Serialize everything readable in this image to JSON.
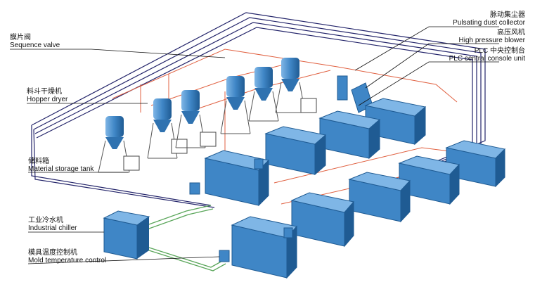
{
  "labels": {
    "sequence_valve": {
      "zh": "膜片阀",
      "en": "Sequence valve"
    },
    "hopper_dryer": {
      "zh": "料斗干燥机",
      "en": "Hopper dryer"
    },
    "material_storage_tank": {
      "zh": "储料箱",
      "en": "Material storage tank"
    },
    "industrial_chiller": {
      "zh": "工业冷水机",
      "en": "Industrial chiller"
    },
    "mold_temperature_control": {
      "zh": "模具温度控制机",
      "en": "Mold temperature control"
    },
    "pulsating_dust_collector": {
      "zh": "脉动集尘器",
      "en": "Pulsating dust collector"
    },
    "high_pressure_blower": {
      "zh": "高压风机",
      "en": "High pressure blower"
    },
    "plc_central_console": {
      "zh": "PLC 中央控制台",
      "en": "PLC central console unit"
    }
  },
  "colors": {
    "machine_blue": "#3f86c6",
    "machine_dark": "#1f5b93",
    "pipe_navy": "#23246a",
    "pipe_red": "#e06040",
    "pipe_green": "#5aa65a",
    "hopper_blue": "#4a91cf",
    "frame_gray": "#555555"
  }
}
